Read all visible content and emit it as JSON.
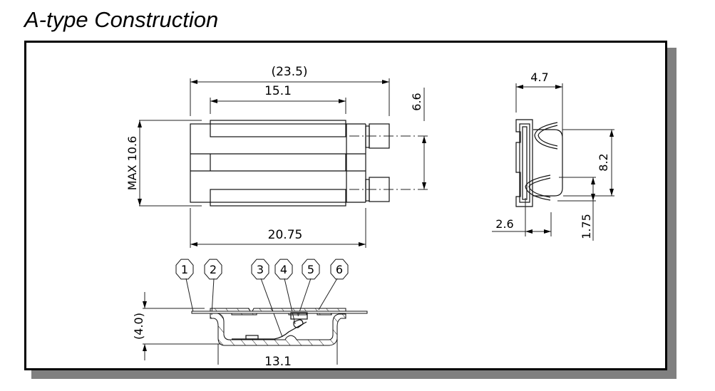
{
  "title": "A-type Construction",
  "top_view": {
    "overall_length": "(23.5)",
    "contact_length": "15.1",
    "pin_pitch": "6.6",
    "max_width": "MAX  10.6",
    "body_length": "20.75"
  },
  "side_view": {
    "depth": "4.7",
    "spring_span": "8.2",
    "spring_offset": "2.6",
    "bottom_offset": "1.75"
  },
  "section_view": {
    "height": "(4.0)",
    "inner_width": "13.1",
    "callouts": [
      "1",
      "2",
      "3",
      "4",
      "5",
      "6"
    ]
  }
}
